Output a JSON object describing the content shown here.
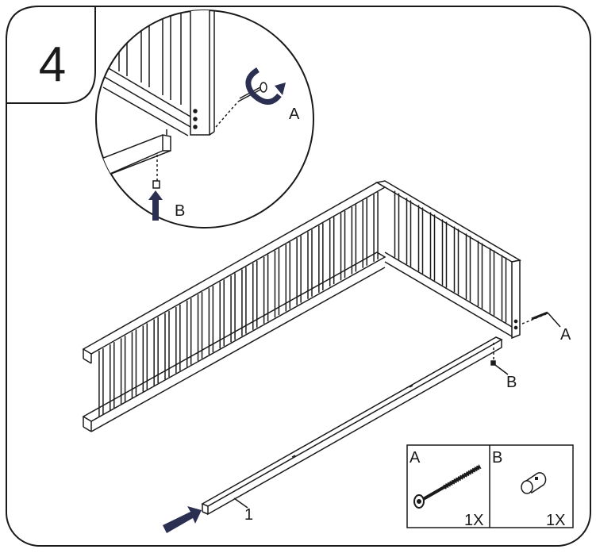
{
  "step": {
    "number": "4"
  },
  "detail": {
    "label_a": "A",
    "label_b": "B"
  },
  "main": {
    "label_a": "A",
    "label_b": "B",
    "part_label": "1"
  },
  "parts": [
    {
      "label": "A",
      "qty": "1X",
      "icon": "bolt-icon"
    },
    {
      "label": "B",
      "qty": "1X",
      "icon": "barrel-nut-icon"
    }
  ],
  "colors": {
    "line": "#1a1a1a",
    "arrow": "#2b3052"
  }
}
